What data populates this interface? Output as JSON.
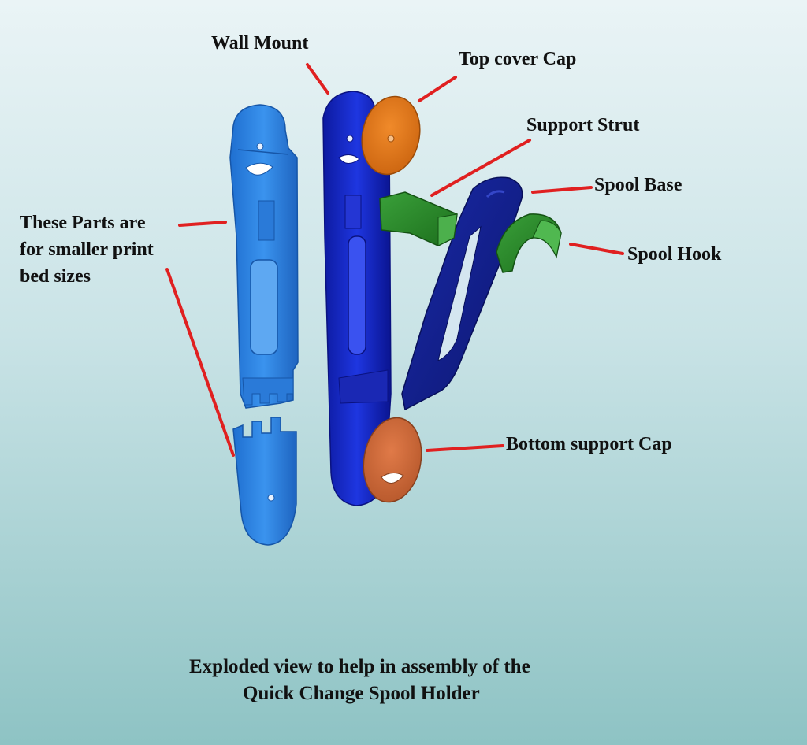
{
  "labels": {
    "wall_mount": "Wall Mount",
    "top_cover_cap": "Top cover Cap",
    "support_strut": "Support Strut",
    "spool_base": "Spool Base",
    "spool_hook": "Spool Hook",
    "bottom_support_cap": "Bottom support Cap",
    "small_parts_line1": "These Parts are",
    "small_parts_line2": "for smaller print",
    "small_parts_line3": "bed sizes"
  },
  "caption": {
    "line1": "Exploded view to help in assembly of the",
    "line2": "Quick Change Spool Holder"
  },
  "colors": {
    "leader_line": "#e02020",
    "light_blue_part": "#2f86e4",
    "dark_blue_part": "#1428c8",
    "orange_cap": "#e07818",
    "copper_cap": "#cf6a3a",
    "green_part": "#2a8a2a"
  }
}
